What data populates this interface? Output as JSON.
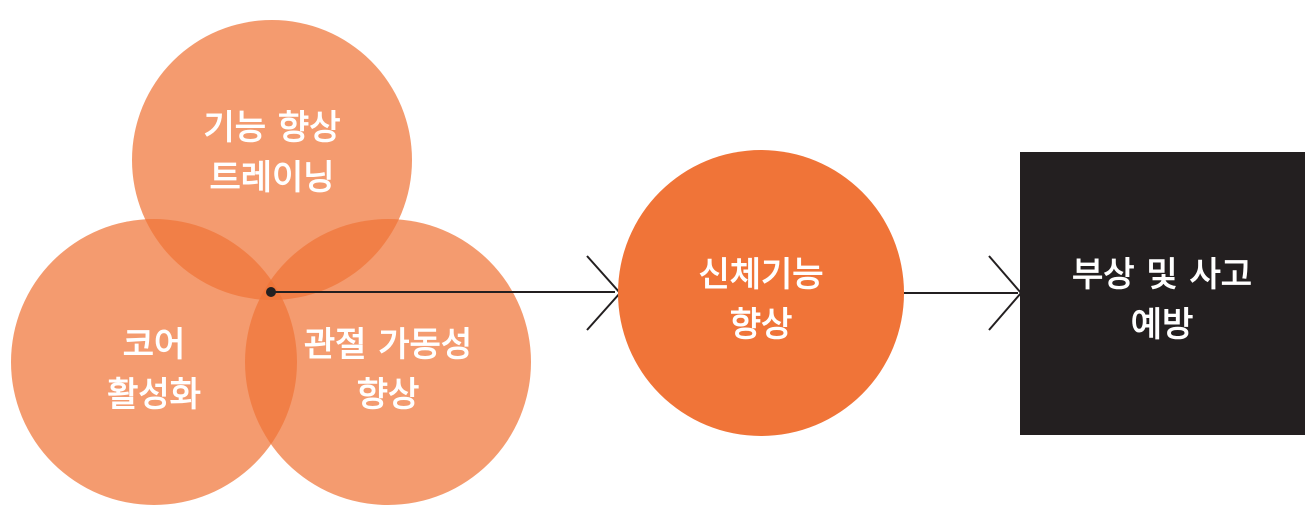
{
  "colors": {
    "light_circle": "#F4895C",
    "dark_circle": "#F07438",
    "box": "#231F20",
    "line": "#231F20",
    "text": "#FFFFFF"
  },
  "venn": {
    "top": {
      "line1": "기능 향상",
      "line2": "트레이닝"
    },
    "left": {
      "line1": "코어",
      "line2": "활성화"
    },
    "right": {
      "line1": "관절 가동성",
      "line2": "향상"
    }
  },
  "result_circle": {
    "line1": "신체기능",
    "line2": "향상"
  },
  "result_box": {
    "line1": "부상 및 사고",
    "line2": "예방"
  }
}
